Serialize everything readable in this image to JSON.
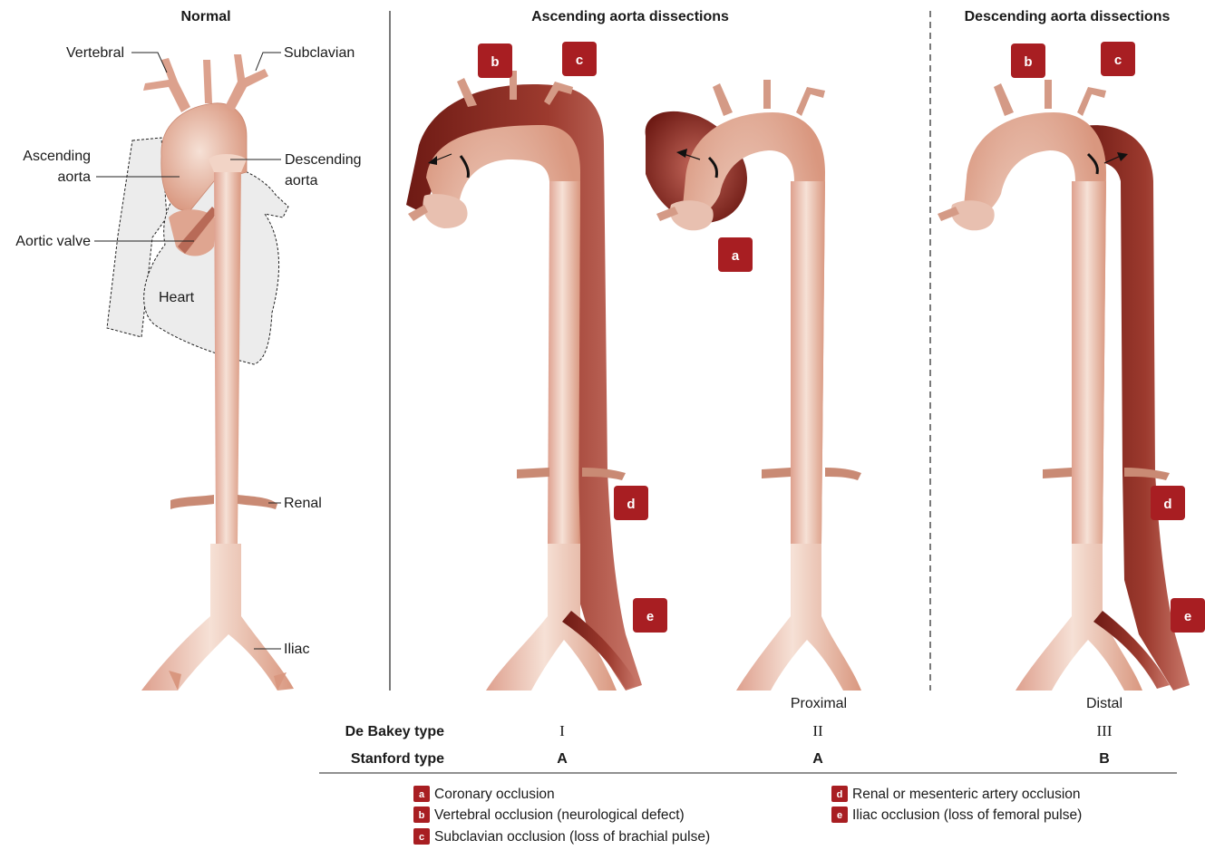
{
  "headings": {
    "normal": "Normal",
    "ascending": "Ascending aorta dissections",
    "descending": "Descending aorta dissections"
  },
  "normal_labels": {
    "vertebral": "Vertebral",
    "subclavian": "Subclavian",
    "ascending_line1": "Ascending",
    "ascending_line2": "aorta",
    "descending_line1": "Descending",
    "descending_line2": "aorta",
    "aortic_valve": "Aortic valve",
    "heart": "Heart",
    "renal": "Renal",
    "iliac": "Iliac"
  },
  "badges": {
    "a": "a",
    "b": "b",
    "c": "c",
    "d": "d",
    "e": "e"
  },
  "table": {
    "proximal": "Proximal",
    "distal": "Distal",
    "debakey_label": "De Bakey type",
    "stanford_label": "Stanford type",
    "debakey": [
      "I",
      "II",
      "III"
    ],
    "stanford": [
      "A",
      "A",
      "B"
    ]
  },
  "legend": [
    {
      "badge": "a",
      "text": "Coronary occlusion"
    },
    {
      "badge": "b",
      "text": "Vertebral occlusion (neurological defect)"
    },
    {
      "badge": "c",
      "text": "Subclavian occlusion (loss of brachial pulse)"
    },
    {
      "badge": "d",
      "text": "Renal or mesenteric artery occlusion"
    },
    {
      "badge": "e",
      "text": "Iliac occlusion (loss of femoral pulse)"
    }
  ],
  "colors": {
    "vessel": "#e6b2a1",
    "vessel_highlight": "#f4dccf",
    "false_lumen_dark": "#7a1f19",
    "false_lumen_mid": "#b8574a",
    "badge": "#a81e22",
    "heart_fill": "#ececec"
  }
}
